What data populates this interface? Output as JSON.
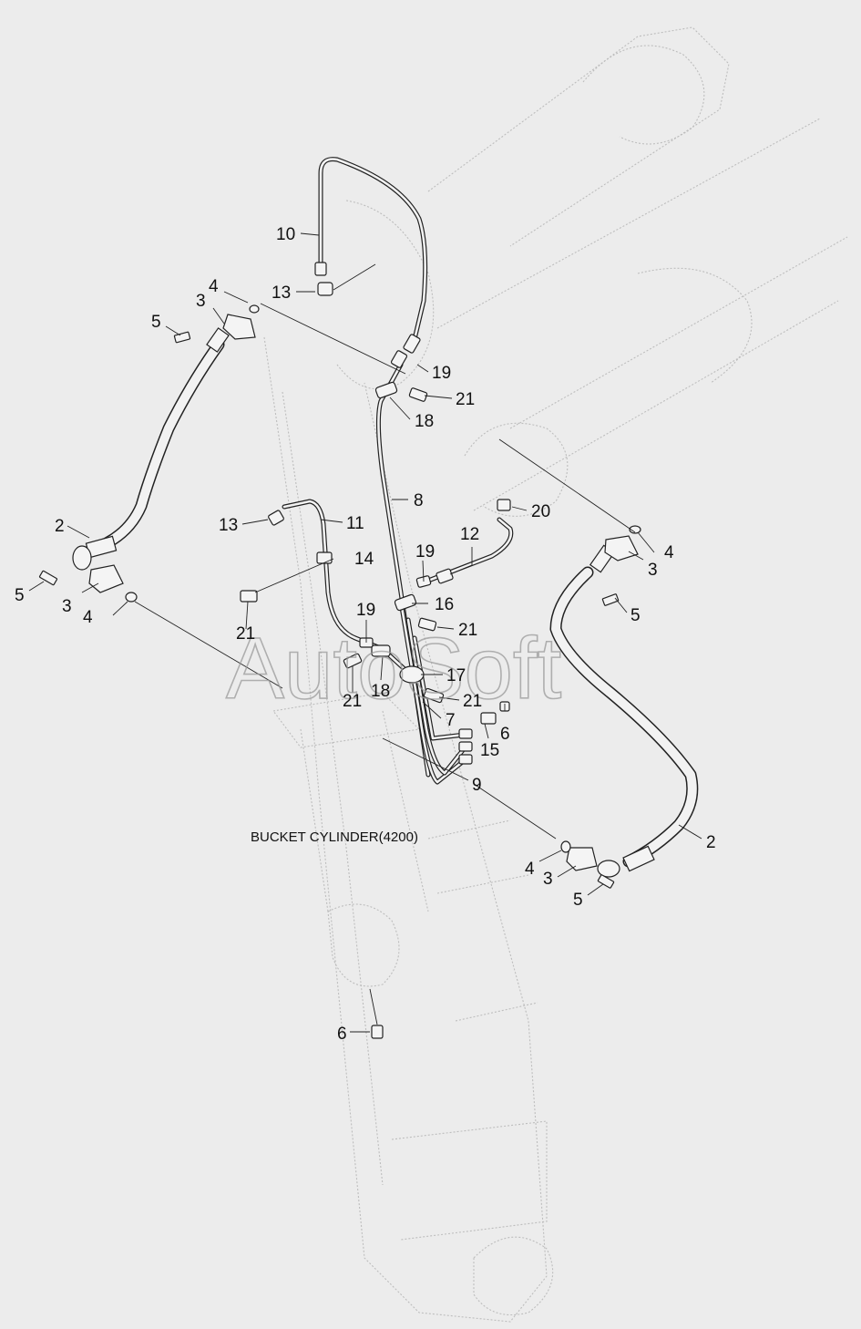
{
  "diagram": {
    "caption": "BUCKET CYLINDER(4200)",
    "watermark": "AutoSoft",
    "callouts": [
      {
        "id": "c10",
        "text": "10"
      },
      {
        "id": "c13a",
        "text": "13"
      },
      {
        "id": "c4a",
        "text": "4"
      },
      {
        "id": "c3a",
        "text": "3"
      },
      {
        "id": "c5a",
        "text": "5"
      },
      {
        "id": "c19a",
        "text": "19"
      },
      {
        "id": "c21a",
        "text": "21"
      },
      {
        "id": "c18a",
        "text": "18"
      },
      {
        "id": "c8",
        "text": "8"
      },
      {
        "id": "c20",
        "text": "20"
      },
      {
        "id": "c2a",
        "text": "2"
      },
      {
        "id": "c13b",
        "text": "13"
      },
      {
        "id": "c11",
        "text": "11"
      },
      {
        "id": "c12",
        "text": "12"
      },
      {
        "id": "c4b",
        "text": "4"
      },
      {
        "id": "c3b",
        "text": "3"
      },
      {
        "id": "c14",
        "text": "14"
      },
      {
        "id": "c19b",
        "text": "19"
      },
      {
        "id": "c5b",
        "text": "5"
      },
      {
        "id": "c3c",
        "text": "3"
      },
      {
        "id": "c16",
        "text": "16"
      },
      {
        "id": "c4c",
        "text": "4"
      },
      {
        "id": "c21b",
        "text": "21"
      },
      {
        "id": "c5c",
        "text": "5"
      },
      {
        "id": "c21c",
        "text": "21"
      },
      {
        "id": "c19c",
        "text": "19"
      },
      {
        "id": "c17",
        "text": "17"
      },
      {
        "id": "c21d",
        "text": "21"
      },
      {
        "id": "c18b",
        "text": "18"
      },
      {
        "id": "c21e",
        "text": "21"
      },
      {
        "id": "c7",
        "text": "7"
      },
      {
        "id": "c6a",
        "text": "6"
      },
      {
        "id": "c15",
        "text": "15"
      },
      {
        "id": "c9",
        "text": "9"
      },
      {
        "id": "c2b",
        "text": "2"
      },
      {
        "id": "c4d",
        "text": "4"
      },
      {
        "id": "c3d",
        "text": "3"
      },
      {
        "id": "c5d",
        "text": "5"
      },
      {
        "id": "c6b",
        "text": "6"
      }
    ]
  }
}
